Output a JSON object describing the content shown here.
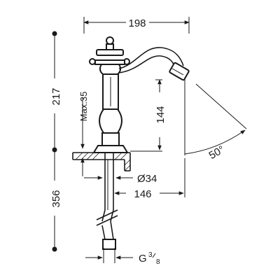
{
  "dimensions": {
    "overall_width": "198",
    "upper_height": "217",
    "lower_height": "356",
    "max_deck": "Max.35",
    "spout_height": "144",
    "angle": "50°",
    "hole_diameter": "Ø34",
    "spout_reach": "146",
    "connection_prefix": "G",
    "connection_num": "3",
    "connection_den": "8"
  },
  "colors": {
    "line": "#1a1a1a",
    "background": "#ffffff"
  }
}
